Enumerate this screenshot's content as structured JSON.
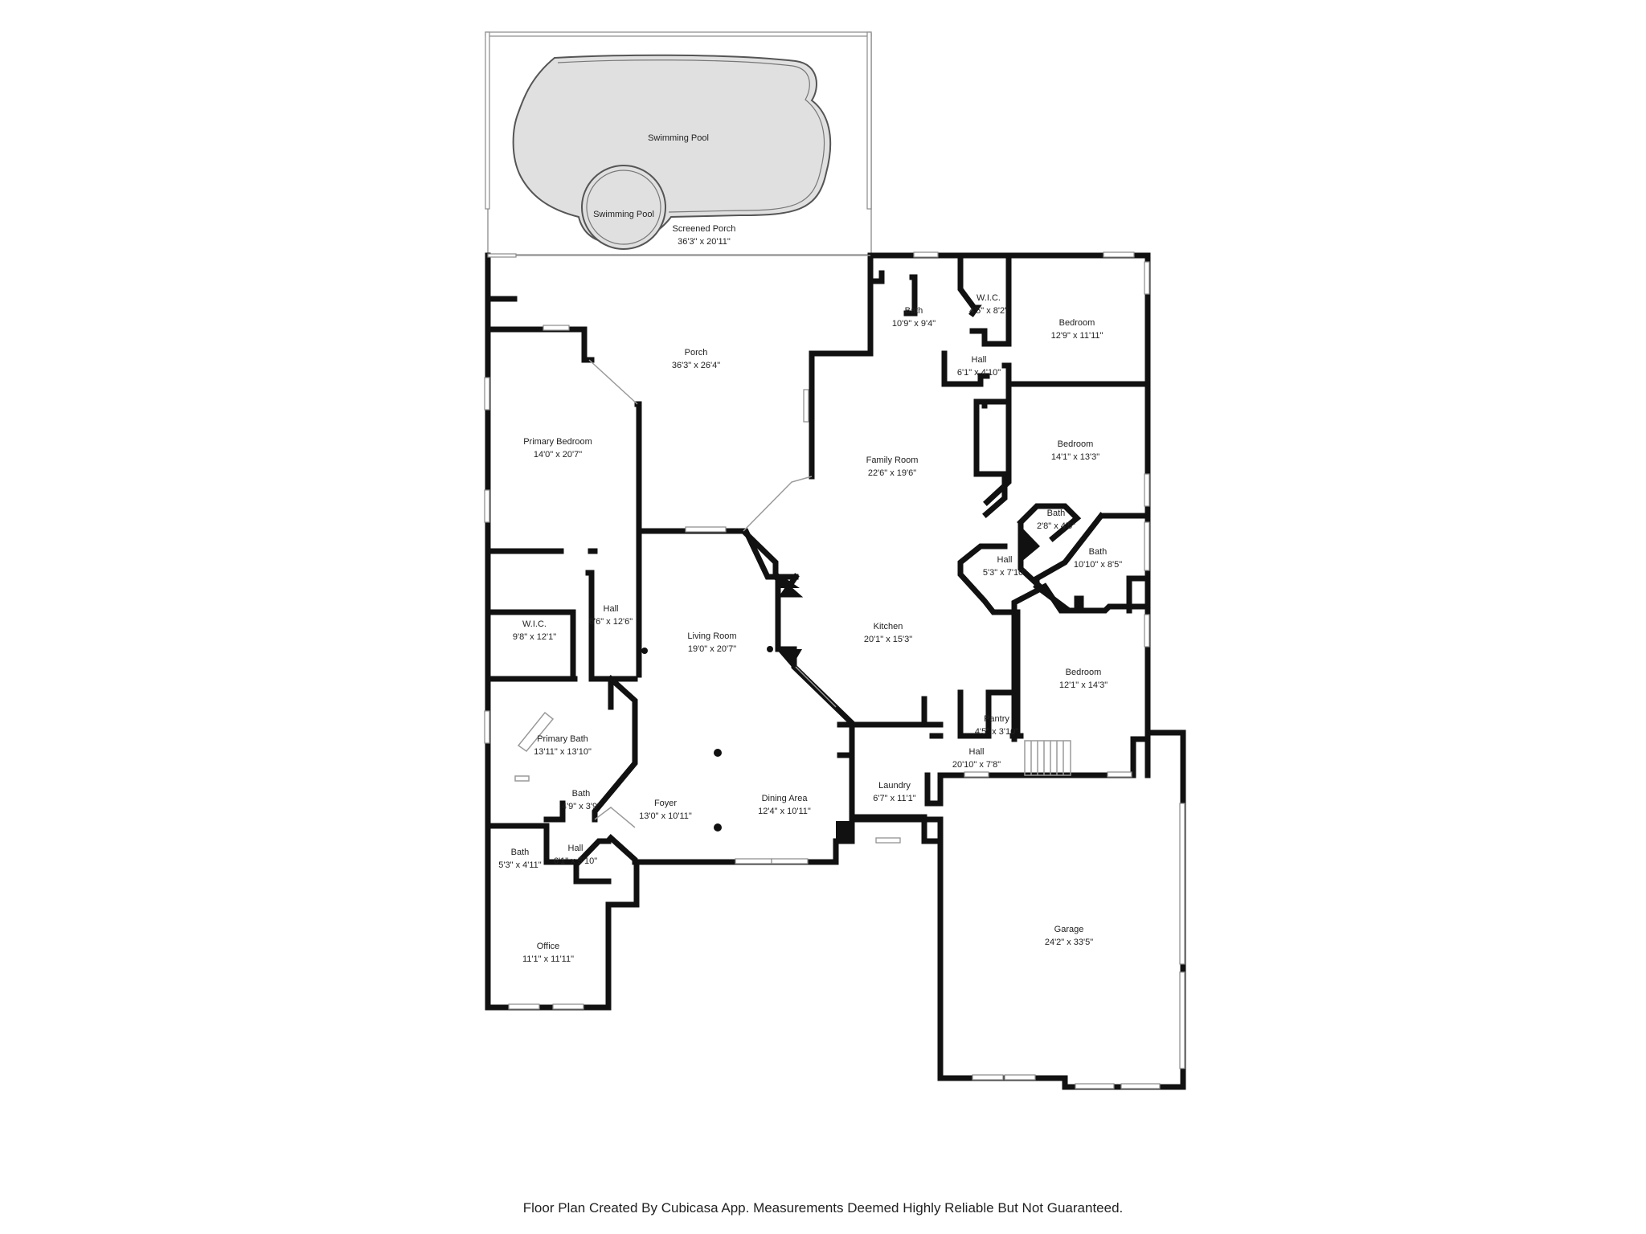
{
  "rooms": {
    "pool_main": {
      "name": "Swimming Pool"
    },
    "pool_spa": {
      "name": "Swimming Pool"
    },
    "screened_porch": {
      "name": "Screened Porch",
      "dim": "36'3\" x 20'11\""
    },
    "porch": {
      "name": "Porch",
      "dim": "36'3\" x 26'4\""
    },
    "bath_top": {
      "name": "Bath",
      "dim": "10'9\" x 9'4\""
    },
    "wic_top": {
      "name": "W.I.C.",
      "dim": "4'5\" x 8'2\""
    },
    "hall_top": {
      "name": "Hall",
      "dim": "6'1\" x 4'10\""
    },
    "bedroom_1": {
      "name": "Bedroom",
      "dim": "12'9\" x 11'11\""
    },
    "bedroom_2": {
      "name": "Bedroom",
      "dim": "14'1\" x 13'3\""
    },
    "primary_bedroom": {
      "name": "Primary Bedroom",
      "dim": "14'0\" x 20'7\""
    },
    "family_room": {
      "name": "Family Room",
      "dim": "22'6\" x 19'6\""
    },
    "bath_small": {
      "name": "Bath",
      "dim": "2'8\" x 4'5\""
    },
    "bath_mid": {
      "name": "Bath",
      "dim": "10'10\" x 8'5\""
    },
    "hall_mid": {
      "name": "Hall",
      "dim": "5'3\" x 7'10\""
    },
    "hall_left": {
      "name": "Hall",
      "dim": "6'6\" x 12'6\""
    },
    "wic_left": {
      "name": "W.I.C.",
      "dim": "9'8\" x 12'1\""
    },
    "living_room": {
      "name": "Living Room",
      "dim": "19'0\" x 20'7\""
    },
    "kitchen": {
      "name": "Kitchen",
      "dim": "20'1\" x 15'3\""
    },
    "bedroom_3": {
      "name": "Bedroom",
      "dim": "12'1\" x 14'3\""
    },
    "pantry": {
      "name": "Pantry",
      "dim": "4'5\" x 3'10\""
    },
    "hall_garage": {
      "name": "Hall",
      "dim": "20'10\" x 7'8\""
    },
    "primary_bath": {
      "name": "Primary Bath",
      "dim": "13'11\" x 13'10\""
    },
    "bath_tiny": {
      "name": "Bath",
      "dim": "4'9\" x 3'9\""
    },
    "laundry": {
      "name": "Laundry",
      "dim": "6'7\" x 11'1\""
    },
    "foyer": {
      "name": "Foyer",
      "dim": "13'0\" x 10'11\""
    },
    "dining_area": {
      "name": "Dining Area",
      "dim": "12'4\" x 10'11\""
    },
    "bath_lower": {
      "name": "Bath",
      "dim": "5'3\" x 4'11\""
    },
    "hall_lower": {
      "name": "Hall",
      "dim": "6'1\" x 5'10\""
    },
    "office": {
      "name": "Office",
      "dim": "11'1\" x 11'11\""
    },
    "garage": {
      "name": "Garage",
      "dim": "24'2\" x 33'5\""
    }
  },
  "footer": {
    "text": "Floor Plan Created By Cubicasa App. Measurements Deemed Highly Reliable But Not Guaranteed."
  }
}
